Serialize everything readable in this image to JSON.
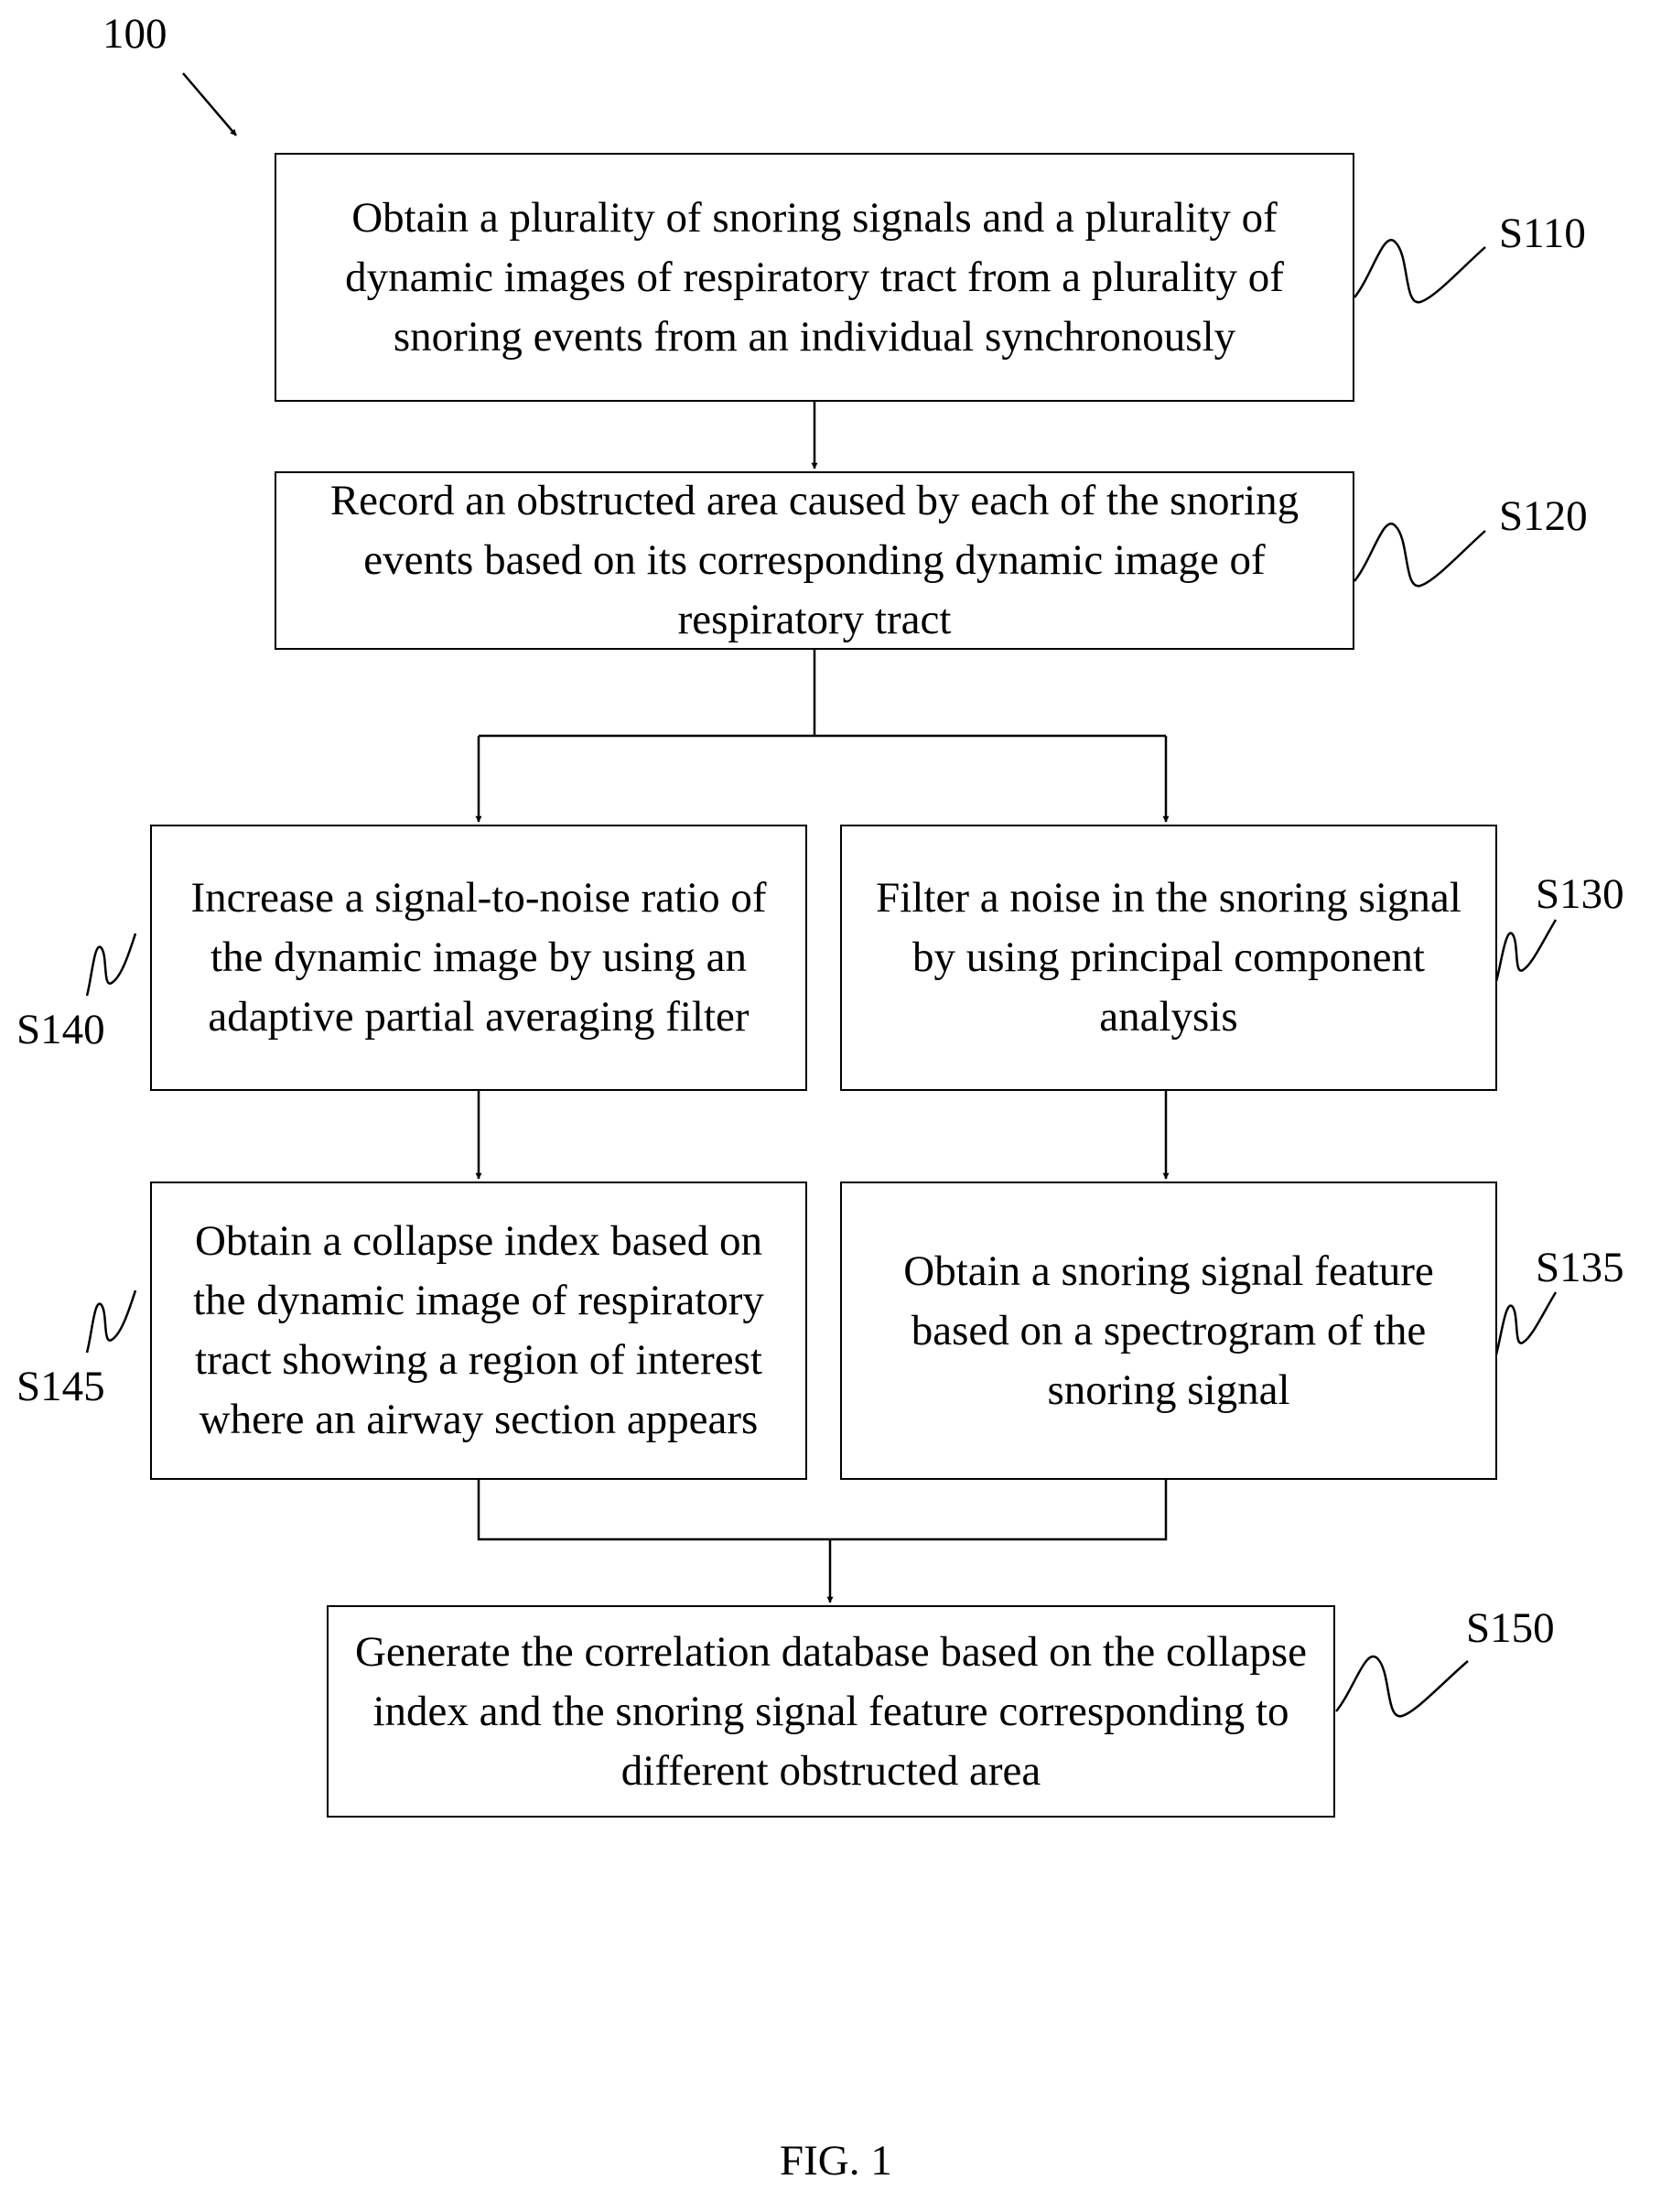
{
  "figure_ref": "100",
  "steps": [
    {
      "id": "S110",
      "text": "Obtain a plurality of snoring signals and a plurality of dynamic images of respiratory tract from a plurality of snoring events from an individual synchronously"
    },
    {
      "id": "S120",
      "text": "Record an obstructed area caused by each of the snoring events based on its corresponding dynamic image of respiratory tract"
    },
    {
      "id": "S140",
      "text": "Increase a signal-to-noise ratio of the dynamic image by using an adaptive partial averaging filter"
    },
    {
      "id": "S130",
      "text": "Filter a noise in the snoring signal by using principal component analysis"
    },
    {
      "id": "S145",
      "text": "Obtain a collapse index based on the dynamic image of respiratory tract showing a region of interest where an airway section appears"
    },
    {
      "id": "S135",
      "text": "Obtain a snoring signal feature based on a spectrogram of the snoring signal"
    },
    {
      "id": "S150",
      "text": "Generate the correlation database based on the collapse index and the snoring signal feature corresponding to different obstructed area"
    }
  ],
  "caption": "FIG. 1"
}
